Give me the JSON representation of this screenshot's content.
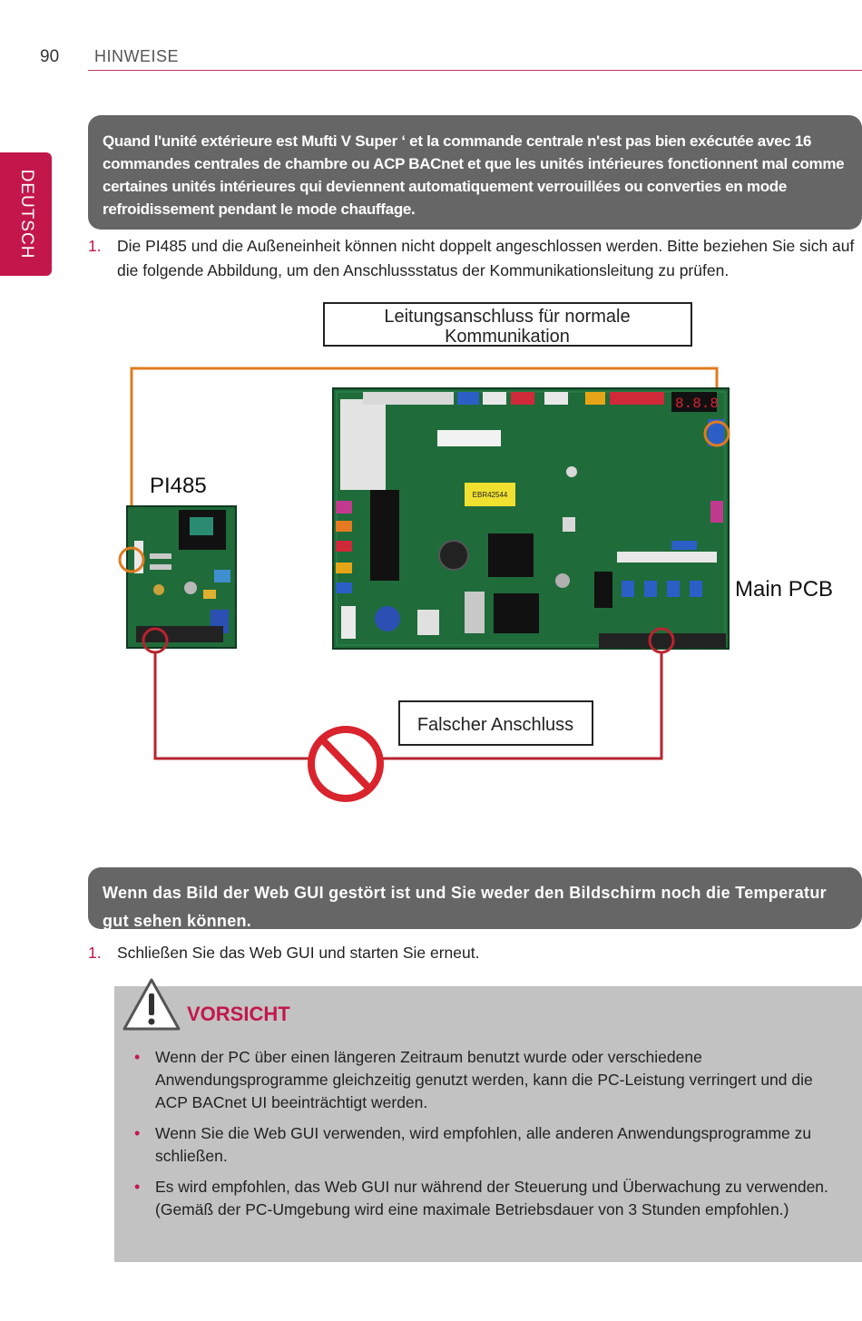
{
  "header": {
    "page_number": "90",
    "section": "HINWEISE"
  },
  "side_tab": "DEUTSCH",
  "banner1": "Quand l'unité extérieure est Mufti V Super ‘ et la commande centrale n'est pas bien exécutée avec 16 commandes centrales de chambre ou ACP BACnet et que les unités intérieures fonctionnent mal comme certaines unités intérieures qui deviennent automatiquement verrouillées ou converties en mode refroidissement pendant le mode chauffage.",
  "step1": {
    "number": "1.",
    "text": "Die PI485 und die Außeneinheit können nicht doppelt angeschlossen werden. Bitte beziehen Sie sich auf die folgende Abbildung, um den Anschlussstatus der Kommunikationsleitung zu prüfen."
  },
  "diagram": {
    "normal_line_l1": "Leitungsanschluss für normale",
    "normal_line_l2": "Kommunikation",
    "pi485_label": "PI485",
    "main_pcb_label": "Main PCB",
    "wrong_connection": "Falscher Anschluss",
    "pcb_chip_label": "EBR42544",
    "normal_line_color": "#e07b20",
    "wrong_line_color": "#b8242f",
    "prohibit_color": "#d9232d",
    "board_color": "#1f6b3a"
  },
  "banner2": "Wenn das Bild der Web GUI gestört ist und Sie weder den Bildschirm noch die Temperatur gut sehen können.",
  "step2": {
    "number": "1.",
    "text": "Schließen Sie das Web GUI und starten Sie erneut."
  },
  "caution": {
    "title": "VORSICHT",
    "items": [
      "Wenn der PC über einen längeren Zeitraum benutzt wurde oder verschiedene Anwendungsprogramme gleichzeitig genutzt werden, kann die PC-Leistung verringert und die ACP BACnet UI beeinträchtigt werden.",
      "Wenn Sie die Web GUI verwenden, wird empfohlen, alle anderen Anwendungsprogramme zu schließen.",
      "Es wird empfohlen, das Web GUI nur während der Steuerung und Überwachung zu verwenden."
    ],
    "item3_note": "(Gemäß der PC-Umgebung wird eine maximale Betriebsdauer von 3 Stunden empfohlen.)"
  }
}
